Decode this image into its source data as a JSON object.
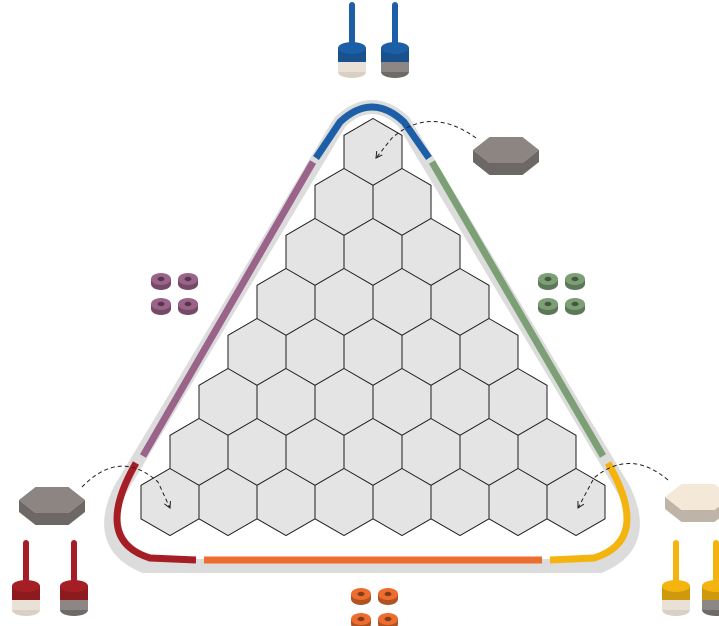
{
  "game": {
    "board": {
      "shape": "triangular-hex-grid",
      "rows": 8,
      "row_sizes": [
        1,
        2,
        3,
        4,
        5,
        6,
        7,
        8
      ],
      "cell_fill": "#e3e4e3",
      "cell_stroke": "#1e1e1e",
      "board_outline": "#dcdcdc"
    },
    "edges": [
      {
        "name": "top-arc",
        "color": "#1d5fa6"
      },
      {
        "name": "left-edge",
        "color": "#9a6389"
      },
      {
        "name": "right-edge",
        "color": "#7c9f76"
      },
      {
        "name": "bottom-edge",
        "color": "#ec6d2f"
      },
      {
        "name": "bottom-left-arc",
        "color": "#a61e25"
      },
      {
        "name": "bottom-right-arc",
        "color": "#f4b40f"
      }
    ],
    "players": [
      {
        "name": "blue",
        "color": "#1d5fa6",
        "corner": "top",
        "pegs": 2
      },
      {
        "name": "red",
        "color": "#a61e25",
        "corner": "bottom-left",
        "pegs": 2
      },
      {
        "name": "yellow",
        "color": "#f4b40f",
        "corner": "bottom-right",
        "pegs": 2
      }
    ],
    "token_groups": [
      {
        "name": "purple",
        "color": "#9a6389",
        "count": 4
      },
      {
        "name": "green",
        "color": "#7c9f76",
        "count": 4
      },
      {
        "name": "orange",
        "color": "#ec6d2f",
        "count": 4
      }
    ],
    "hex_tiles": [
      {
        "name": "grey-tile-top",
        "color": "#8c8582"
      },
      {
        "name": "grey-tile-left",
        "color": "#8c8582"
      },
      {
        "name": "cream-tile-right",
        "color": "#f4e8d8"
      }
    ],
    "move_arrows": 3
  }
}
